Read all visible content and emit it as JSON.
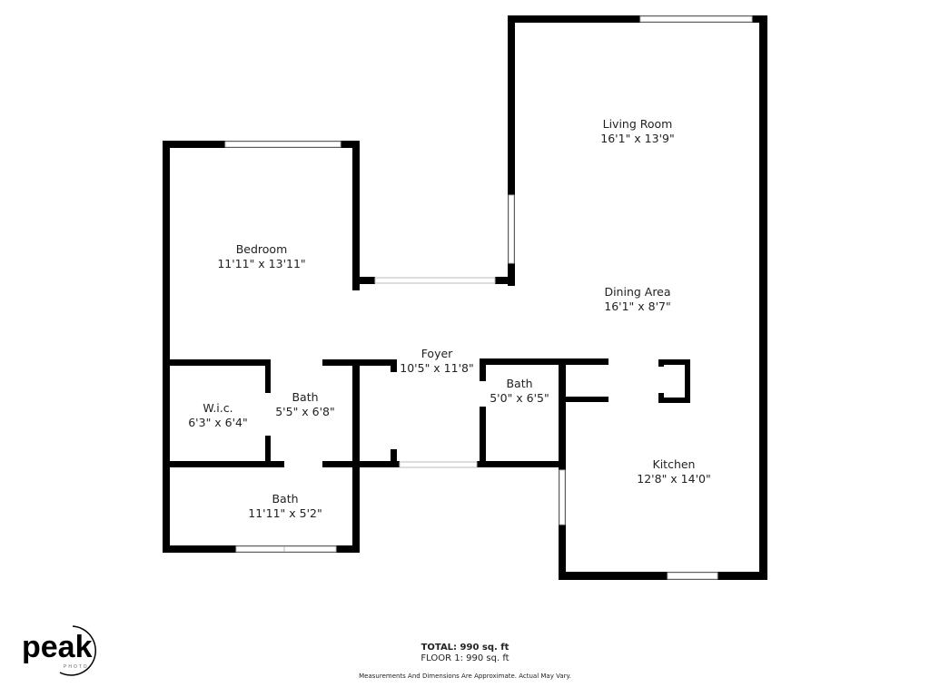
{
  "rooms": [
    {
      "name": "Living Room",
      "dims": "16'1\" x 13'9\""
    },
    {
      "name": "Bedroom",
      "dims": "11'11\" x 13'11\""
    },
    {
      "name": "Dining Area",
      "dims": "16'1\" x 8'7\""
    },
    {
      "name": "Foyer",
      "dims": "10'5\" x 11'8\""
    },
    {
      "name": "Bath",
      "dims": "5'0\" x 6'5\""
    },
    {
      "name": "W.i.c.",
      "dims": "6'3\" x 6'4\""
    },
    {
      "name": "Bath",
      "dims": "5'5\" x 6'8\""
    },
    {
      "name": "Kitchen",
      "dims": "12'8\" x 14'0\""
    },
    {
      "name": "Bath",
      "dims": "11'11\" x 5'2\""
    }
  ],
  "footer": {
    "total": "TOTAL: 990 sq. ft",
    "floor": "FLOOR 1: 990 sq. ft",
    "disclaimer": "Measurements And Dimensions Are Approximate. Actual May Vary."
  },
  "logo": {
    "text": "peak",
    "sub": "PHOTO"
  },
  "colors": {
    "wall": "#000000",
    "window": "#ffffff"
  }
}
